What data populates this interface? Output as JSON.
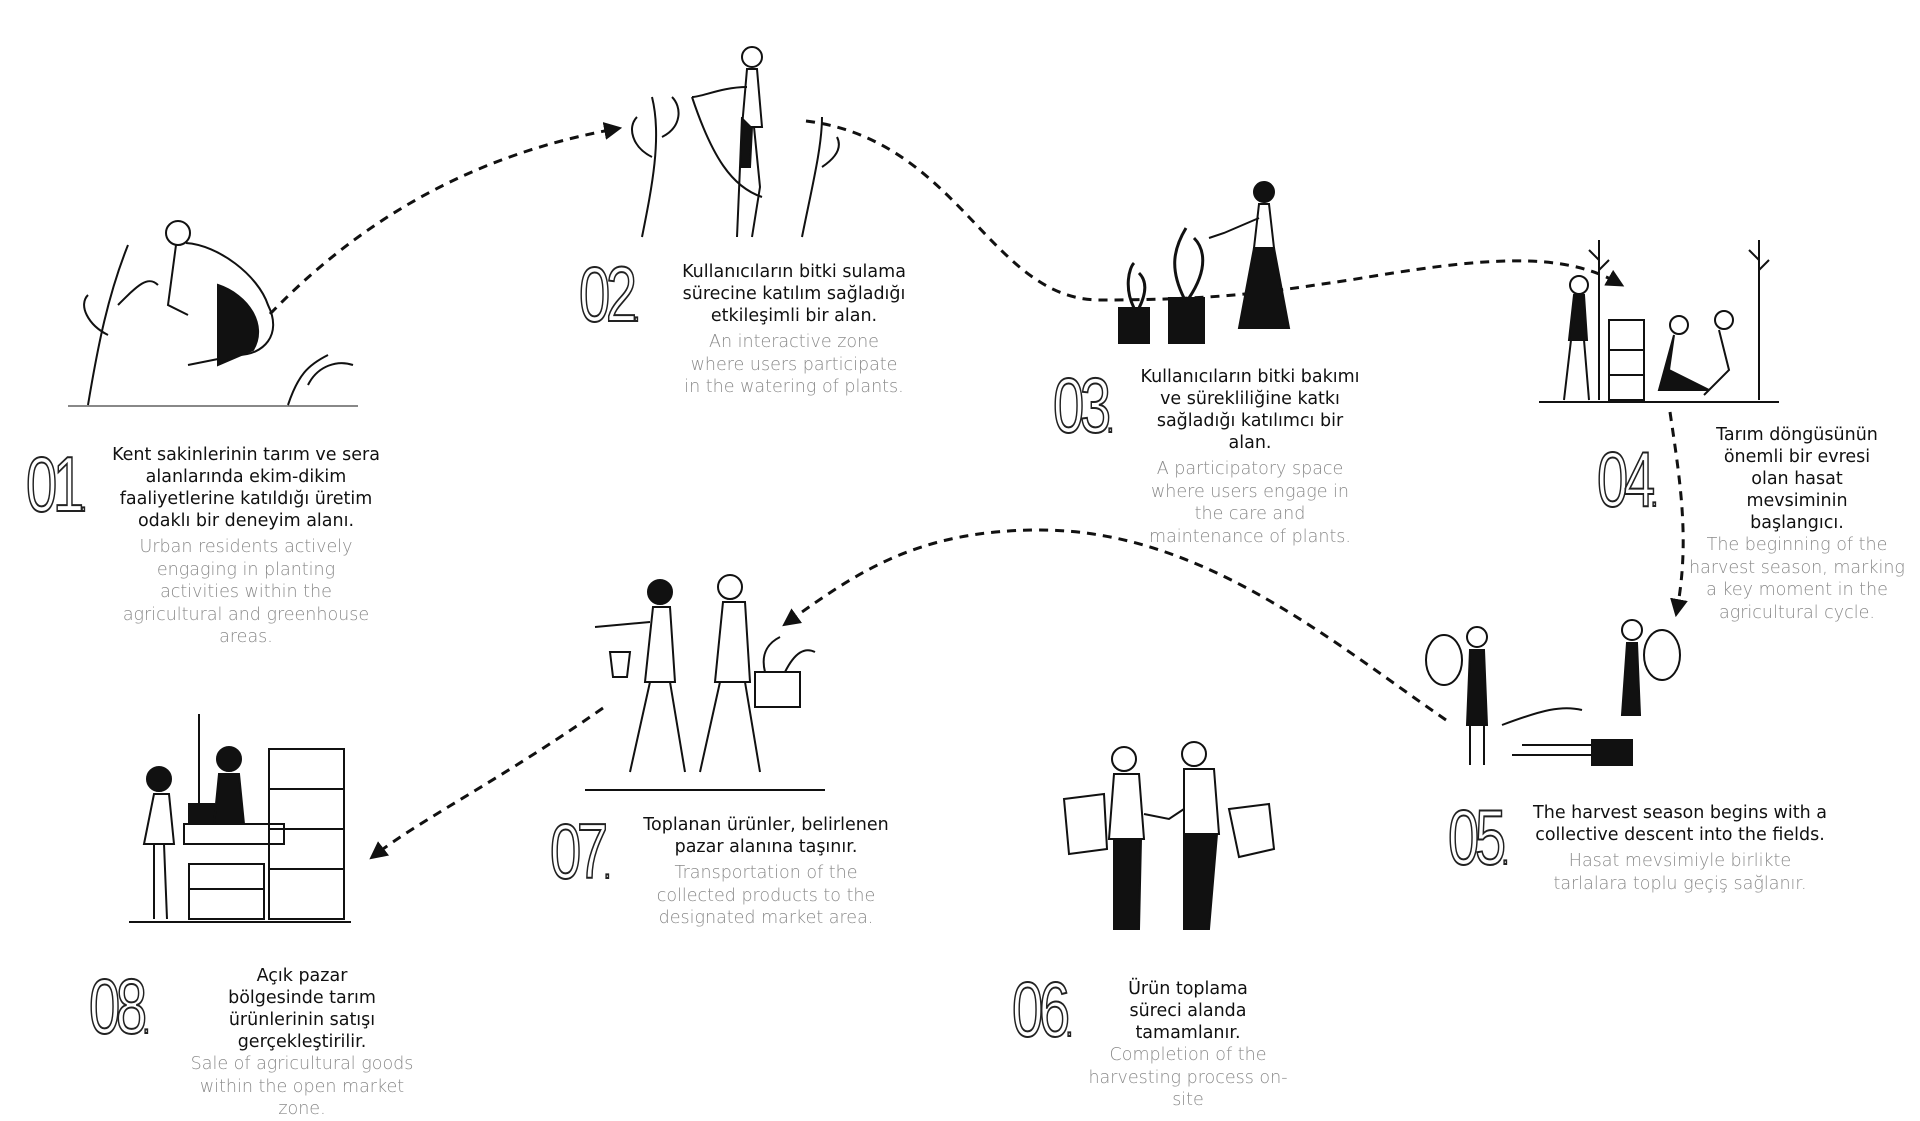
{
  "steps": [
    {
      "num": "01",
      "tr": "Kent sakinlerinin tarım ve sera alanlarında ekim-dikim faaliyetlerine katıldığı üretim odaklı bir deneyim alanı.",
      "en": "Urban residents actively engaging in planting activities within the agricultural and greenhouse areas."
    },
    {
      "num": "02",
      "tr": "Kullanıcıların bitki sulama sürecine katılım sağladığı etkileşimli bir alan.",
      "en": "An interactive zone where users participate in the watering of plants."
    },
    {
      "num": "03",
      "tr": "Kullanıcıların bitki bakımı ve sürekliliğine katkı sağladığı katılımcı bir alan.",
      "en": "A participatory space where users engage in the care and maintenance of plants."
    },
    {
      "num": "04",
      "tr": "Tarım döngüsünün önemli bir evresi olan hasat mevsiminin başlangıcı.",
      "en": "The beginning of the harvest season, marking a key moment in the agricultural cycle."
    },
    {
      "num": "05",
      "tr": "The harvest season begins with a collective descent into the fields.",
      "en": "Hasat mevsimiyle birlikte tarlalara toplu geçiş sağlanır."
    },
    {
      "num": "06",
      "tr": "Ürün toplama süreci alanda tamamlanır.",
      "en": "Completion of the harvesting process on-site"
    },
    {
      "num": "07",
      "tr": "Toplanan ürünler, belirlenen pazar alanına taşınır.",
      "en": "Transportation of the collected products to the designated market area."
    },
    {
      "num": "08",
      "tr": "Açık pazar bölgesinde tarım ürünlerinin satışı gerçekleştirilir.",
      "en": "Sale of agricultural goods within the open market zone."
    }
  ],
  "dot": ".",
  "colors": {
    "ink": "#111111",
    "muted": "#8a8a8a"
  }
}
